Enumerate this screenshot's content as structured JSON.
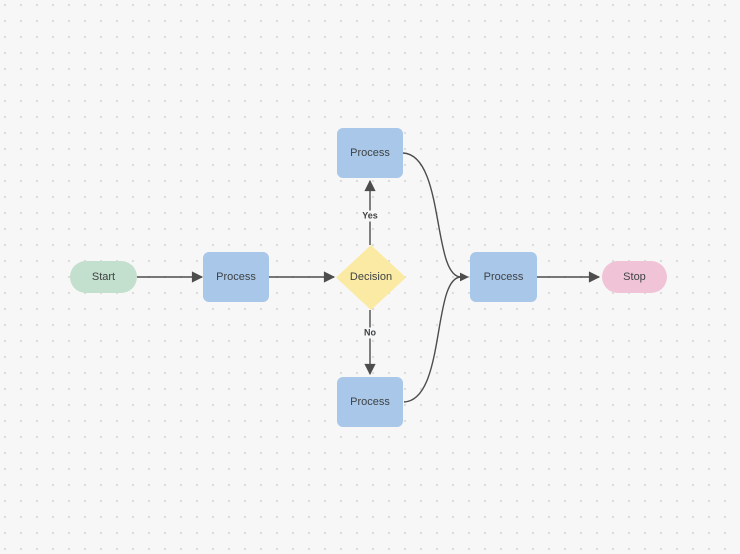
{
  "diagram": {
    "nodes": {
      "start": {
        "label": "Start",
        "shape": "terminator"
      },
      "process1": {
        "label": "Process",
        "shape": "process"
      },
      "decision": {
        "label": "Decision",
        "shape": "decision"
      },
      "process_top": {
        "label": "Process",
        "shape": "process"
      },
      "process_bottom": {
        "label": "Process",
        "shape": "process"
      },
      "process_right": {
        "label": "Process",
        "shape": "process"
      },
      "stop": {
        "label": "Stop",
        "shape": "terminator"
      }
    },
    "edges": [
      {
        "from": "start",
        "to": "process1",
        "label": ""
      },
      {
        "from": "process1",
        "to": "decision",
        "label": ""
      },
      {
        "from": "decision",
        "to": "process_top",
        "label": "Yes"
      },
      {
        "from": "decision",
        "to": "process_bottom",
        "label": "No"
      },
      {
        "from": "process_top",
        "to": "process_right",
        "label": ""
      },
      {
        "from": "process_bottom",
        "to": "process_right",
        "label": ""
      },
      {
        "from": "process_right",
        "to": "stop",
        "label": ""
      }
    ]
  },
  "colors": {
    "canvas_bg": "#f7f7f7",
    "grid_dot": "#dcdcdc",
    "process_fill": "#a9c7e8",
    "start_fill": "#c3dfcd",
    "decision_fill": "#fbeaa3",
    "stop_fill": "#f0c4d6",
    "connector": "#4d4d4d",
    "text": "#3f4245"
  }
}
